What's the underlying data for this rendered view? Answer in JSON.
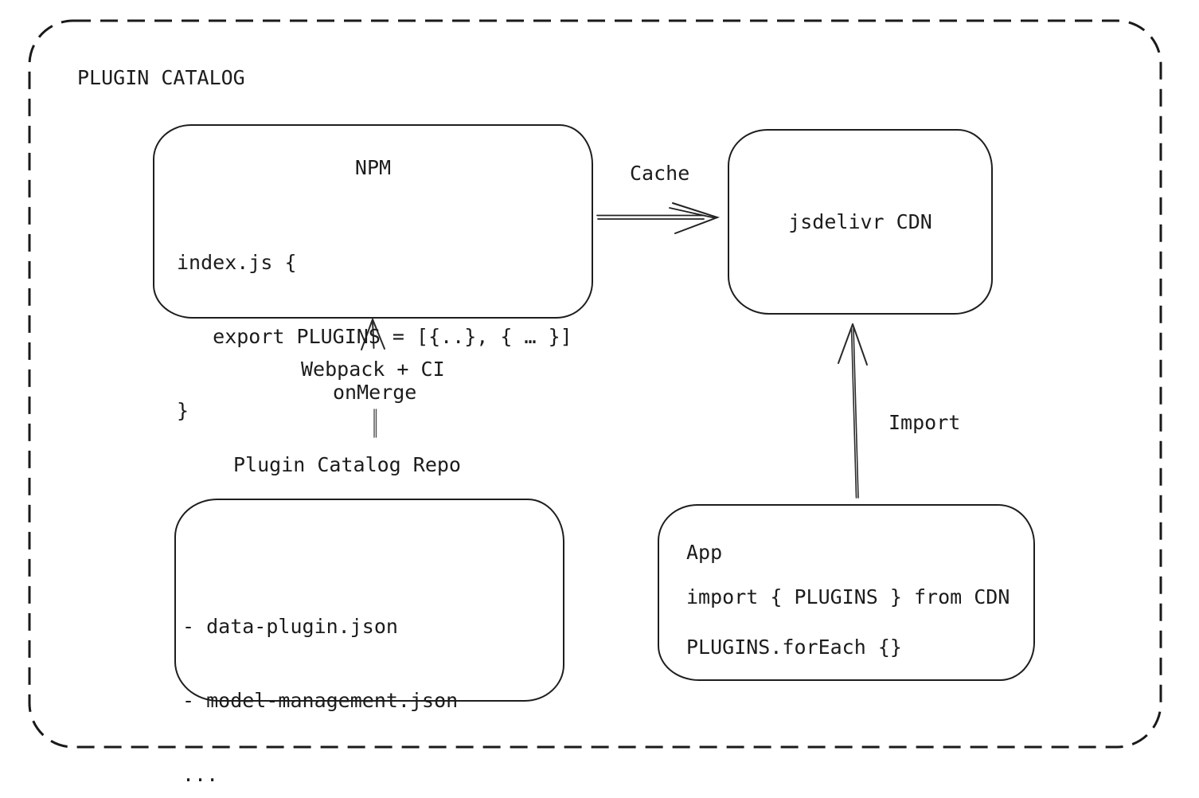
{
  "diagram": {
    "title": "PLUGIN CATALOG",
    "colors": {
      "stroke": "#1e1e1e",
      "text": "#1c1c1c",
      "background": "#ffffff",
      "muted_line": "#4f4f4f"
    },
    "nodes": {
      "npm": {
        "title": "NPM",
        "code_lines": [
          "index.js {",
          "   export PLUGINS = [{..}, { … }]",
          "}"
        ]
      },
      "cdn": {
        "label": "jsdelivr CDN"
      },
      "repo": {
        "label": "Plugin Catalog Repo",
        "file_lines": [
          "- data-plugin.json",
          "- model-management.json",
          "..."
        ]
      },
      "app": {
        "title": "App",
        "code_lines": [
          "import { PLUGINS } from CDN",
          "PLUGINS.forEach {}"
        ]
      }
    },
    "edges": {
      "cache": {
        "label": "Cache"
      },
      "build": {
        "label_line1": "Webpack + CI",
        "label_line2": "onMerge"
      },
      "import": {
        "label": "Import"
      }
    }
  }
}
